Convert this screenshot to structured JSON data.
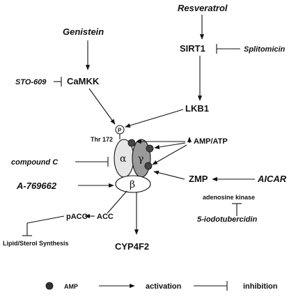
{
  "nodes": {
    "resveratrol": "Resveratrol",
    "genistein": "Genistein",
    "sirt1": "SIRT1",
    "splitomicin": "Splitomicin",
    "sto609": "STO-609",
    "camkk": "CaMKK",
    "lkb1": "LKB1",
    "phospho": "P",
    "thr172": "Thr 172",
    "amp_atp": "AMP/ATP",
    "compound_c": "compound C",
    "alpha": "α",
    "gamma": "γ",
    "beta": "β",
    "a769662": "A-769662",
    "zmp": "ZMP",
    "aicar": "AICAR",
    "adenosine_kinase": "adenosine kinase",
    "iodotubercidin": "5-iodotubercidin",
    "pacc": "pACC",
    "acc": "ACC",
    "lipid": "Lipid/Sterol Synthesis",
    "cyp4f2": "CYP4F2"
  },
  "legend": {
    "amp": "AMP",
    "activation": "activation",
    "inhibition": "inhibition"
  },
  "colors": {
    "ink": "#111111",
    "alpha_fill": "#e6e6e6",
    "gamma_fill": "#9a9a9a",
    "amp_dot": "#444444"
  }
}
